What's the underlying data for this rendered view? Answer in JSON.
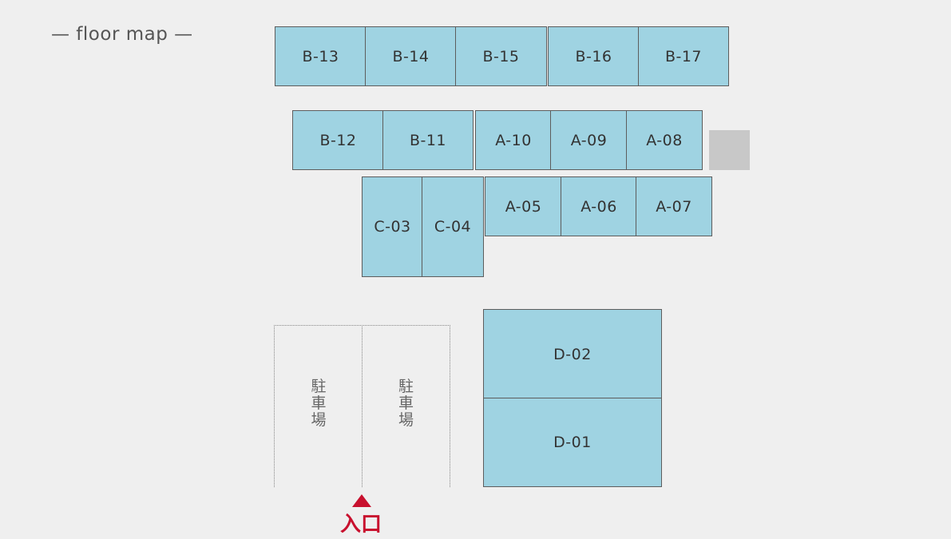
{
  "title": "— floor map —",
  "units": {
    "B13": "B-13",
    "B14": "B-14",
    "B15": "B-15",
    "B16": "B-16",
    "B17": "B-17",
    "B12": "B-12",
    "B11": "B-11",
    "A10": "A-10",
    "A09": "A-09",
    "A08": "A-08",
    "C03": "C-03",
    "C04": "C-04",
    "A05": "A-05",
    "A06": "A-06",
    "A07": "A-07",
    "D02": "D-02",
    "D01": "D-01"
  },
  "parking_label": "駐車場",
  "entrance_label": "入口",
  "colors": {
    "unit_fill": "#9fd3e2",
    "unit_border": "#5d5d5d",
    "entrance": "#c8102e",
    "background": "#efefef"
  }
}
